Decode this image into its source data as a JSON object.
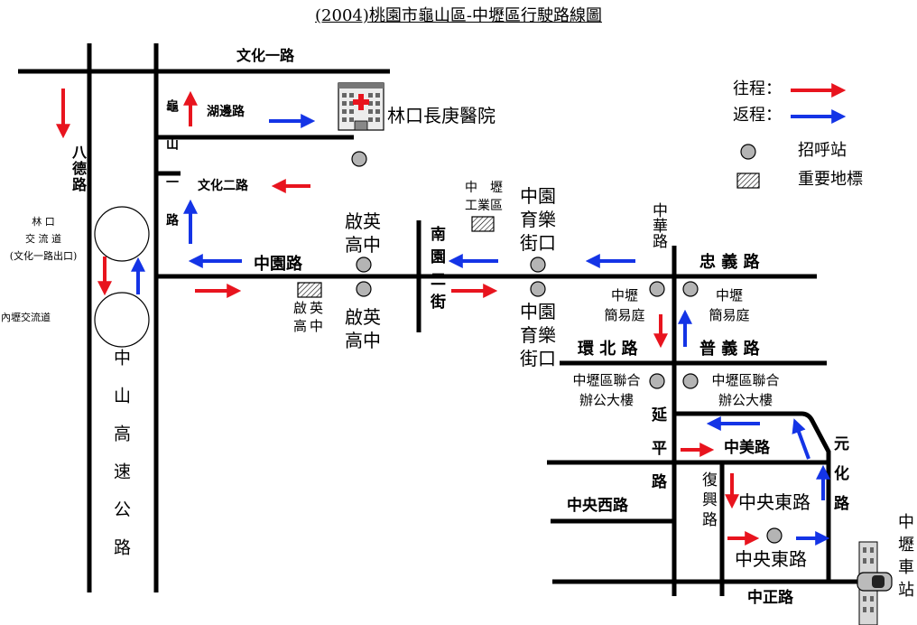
{
  "title": "(2004)桃園市龜山區-中壢區行駛路線圖",
  "legend": {
    "outbound": "往程：",
    "return": "返程：",
    "stop": "招呼站",
    "landmark": "重要地標",
    "outbound_color": "#e8141e",
    "return_color": "#1434e6"
  },
  "roads": {
    "wenhua1": "文化一路",
    "hubian": "湖邊路",
    "wenhua2": "文化二路",
    "guishan1": "龜山一路",
    "bade": "八德路",
    "zhongyuan": "中園路",
    "nanyuan2": "南園二街",
    "zhonghua": "中華路",
    "zhongyi": "忠 義 路",
    "huanbei": "環 北 路",
    "puyi": "普 義 路",
    "yanping": "延平路",
    "zhongmei": "中美路",
    "yuanhua": "元化路",
    "zhongyang_w": "中央西路",
    "fuxing": "復興路",
    "zhongzheng": "中正路",
    "freeway": "中山高速公路"
  },
  "places": {
    "hospital": "林口長庚醫院",
    "interchange_linkou": "林 口\n交 流 道\n(文化一路出口)",
    "interchange_neili": "內壢交流道",
    "industrial": "中　壢\n工業區",
    "qiying_landmark": "啟英\n高中",
    "station": "中壢車站"
  },
  "stops": {
    "qiying_n": "啟英\n高中",
    "qiying_s": "啟英\n高中",
    "zhongyuan_n": "中園\n育樂\n街口",
    "zhongyuan_s": "中園\n育樂\n街口",
    "jianyi_l": "中壢\n簡易庭",
    "jianyi_r": "中壢\n簡易庭",
    "office_l": "中壢區聯合\n辦公大樓",
    "office_r": "中壢區聯合\n辦公大樓",
    "zhongyang_e1": "中央東路",
    "zhongyang_e2": "中央東路"
  }
}
